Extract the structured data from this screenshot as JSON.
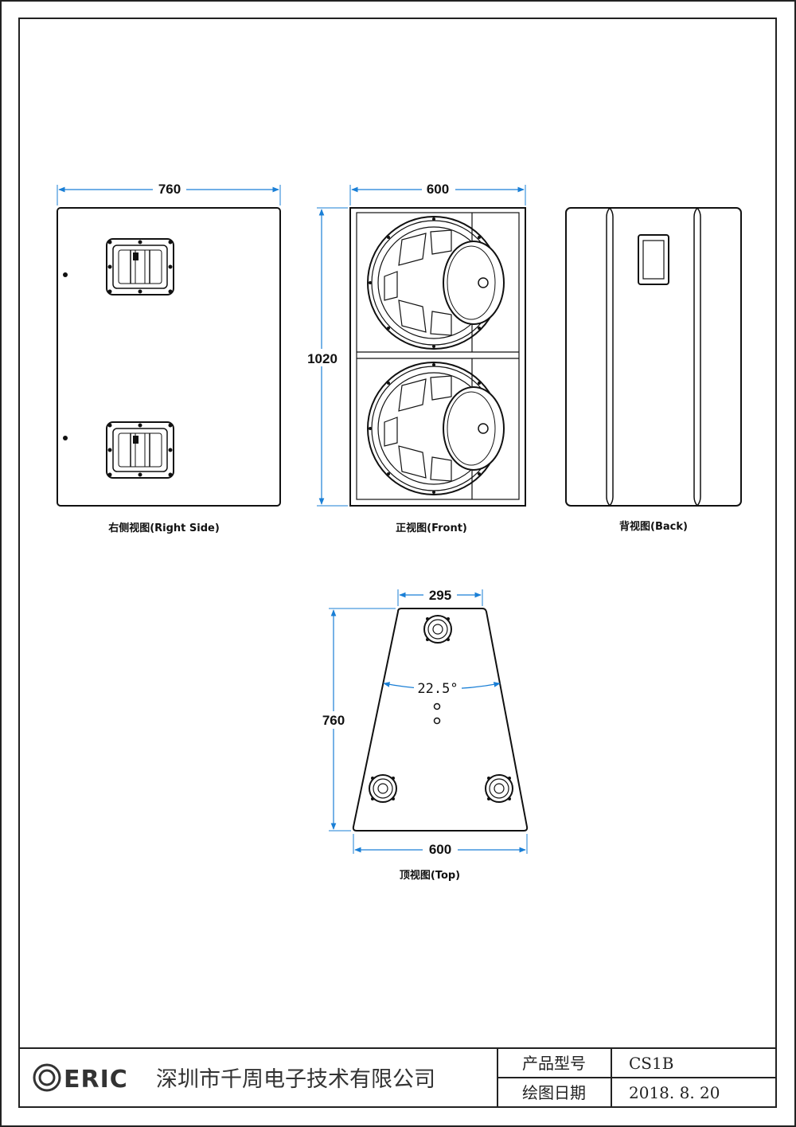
{
  "views": {
    "right_side": {
      "label": "右侧视图(Right Side)",
      "width": "760"
    },
    "front": {
      "label": "正视图(Front)",
      "width": "600",
      "height": "1020"
    },
    "back": {
      "label": "背视图(Back)"
    },
    "top": {
      "label": "顶视图(Top)",
      "top_width": "295",
      "depth": "760",
      "bottom_width": "600",
      "angle": "22.5°"
    }
  },
  "title_block": {
    "logo": "ERIC",
    "company": "深圳市千周电子技术有限公司",
    "model_label": "产品型号",
    "model_value": "CS1B",
    "date_label": "绘图日期",
    "date_value": "2018. 8. 20"
  },
  "colors": {
    "line": "#111111",
    "dimension": "#1a7fd6"
  }
}
